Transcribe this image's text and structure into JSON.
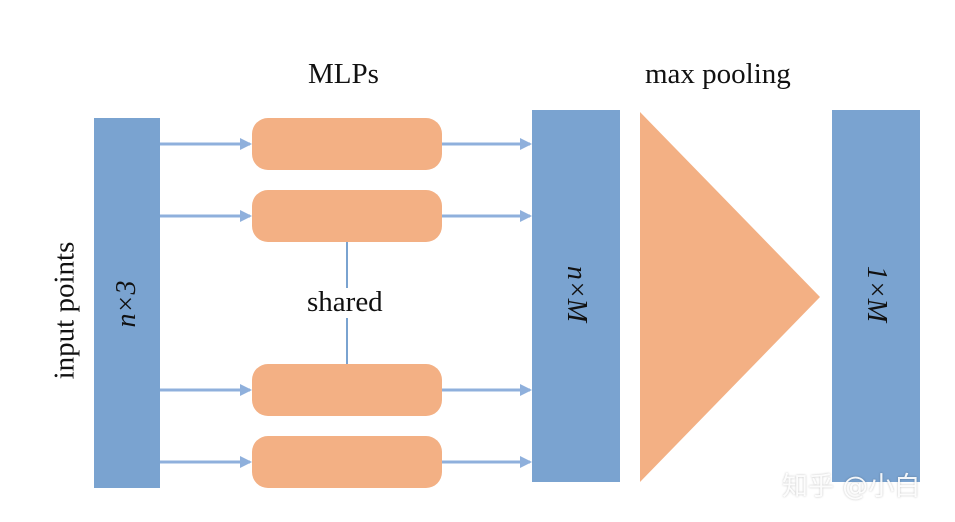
{
  "labels": {
    "mlps": "MLPs",
    "max_pooling": "max pooling",
    "input_points": "input points",
    "shared": "shared",
    "n3": "n×3",
    "nM": "n×M",
    "oneM": "1×M"
  },
  "watermark": "知乎 @小白",
  "colors": {
    "blue_block": "#7aa3d0",
    "orange_block": "#f3b084",
    "arrow": "#8fb0dc",
    "connector": "#7aa3d0"
  }
}
